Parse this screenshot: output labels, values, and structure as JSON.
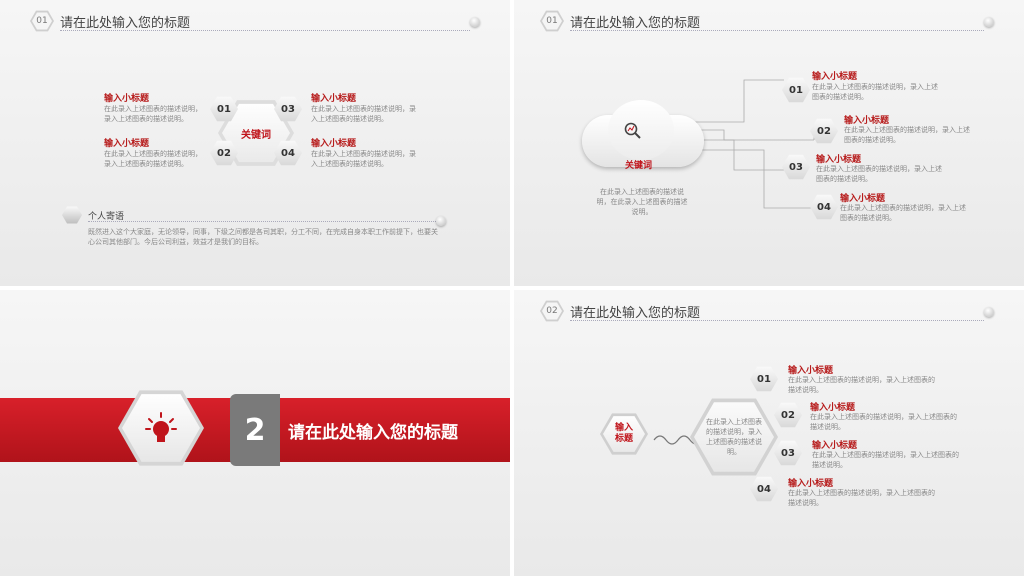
{
  "slide1": {
    "num": "01",
    "title": "请在此处输入您的标题",
    "keyword": "关键词",
    "items": [
      {
        "num": "01",
        "heading": "输入小标题",
        "desc": "在此录入上述图表的描述说明，录入上述图表的描述说明。"
      },
      {
        "num": "02",
        "heading": "输入小标题",
        "desc": "在此录入上述图表的描述说明，录入上述图表的描述说明。"
      },
      {
        "num": "03",
        "heading": "输入小标题",
        "desc": "在此录入上述图表的描述说明，录入上述图表的描述说明。"
      },
      {
        "num": "04",
        "heading": "输入小标题",
        "desc": "在此录入上述图表的描述说明，录入上述图表的描述说明。"
      }
    ],
    "message_title": "个人寄语",
    "message_text": "既然进入这个大家庭，无论领导，同事，下级之间都是各司其职，分工不同，在完成自身本职工作前提下，也要关心公司其他部门。今后公司利益，效益才是我们的目标。"
  },
  "slide2": {
    "num": "01",
    "title": "请在此处输入您的标题",
    "keyword": "关键词",
    "cloud_desc": "在此录入上述图表的描述说明，在此录入上述图表的描述说明。",
    "items": [
      {
        "num": "01",
        "heading": "输入小标题",
        "desc": "在此录入上述图表的描述说明，录入上述图表的描述说明。"
      },
      {
        "num": "02",
        "heading": "输入小标题",
        "desc": "在此录入上述图表的描述说明，录入上述图表的描述说明。"
      },
      {
        "num": "03",
        "heading": "输入小标题",
        "desc": "在此录入上述图表的描述说明，录入上述图表的描述说明。"
      },
      {
        "num": "04",
        "heading": "输入小标题",
        "desc": "在此录入上述图表的描述说明，录入上述图表的描述说明。"
      }
    ]
  },
  "slide3": {
    "number": "2",
    "title": "请在此处输入您的标题"
  },
  "slide4": {
    "num": "02",
    "title": "请在此处输入您的标题",
    "input_label": "输入标题",
    "center_desc": "在此录入上述图表的描述说明，录入上述图表的描述说明。",
    "items": [
      {
        "num": "01",
        "heading": "输入小标题",
        "desc": "在此录入上述图表的描述说明，录入上述图表的描述说明。"
      },
      {
        "num": "02",
        "heading": "输入小标题",
        "desc": "在此录入上述图表的描述说明，录入上述图表的描述说明。"
      },
      {
        "num": "03",
        "heading": "输入小标题",
        "desc": "在此录入上述图表的描述说明，录入上述图表的描述说明。"
      },
      {
        "num": "04",
        "heading": "输入小标题",
        "desc": "在此录入上述图表的描述说明，录入上述图表的描述说明。"
      }
    ]
  },
  "colors": {
    "accent": "#c0141b",
    "dark_block": "#7a7a7a",
    "text": "#555555"
  }
}
